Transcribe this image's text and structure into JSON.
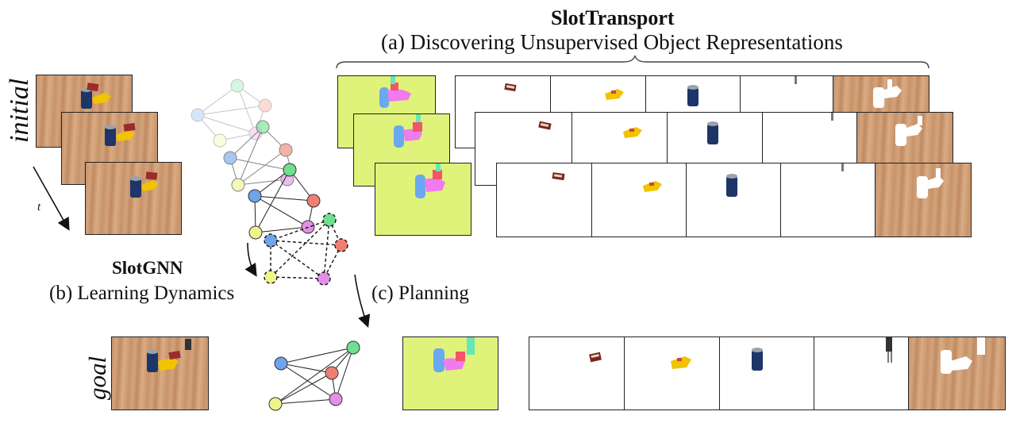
{
  "title": "SlotTransport",
  "subtitle_a": "(a) Discovering Unsupervised Object Representations",
  "label_initial": "initial",
  "label_t": "t",
  "label_goal": "goal",
  "slotgnn_title": "SlotGNN",
  "subtitle_b": "(b) Learning Dynamics",
  "subtitle_c": "(c) Planning",
  "colors": {
    "wood": "#c99669",
    "mask_bg": "#dff27a",
    "node_blue": "#6fa3ea",
    "node_green": "#6fe08f",
    "node_red": "#f07f72",
    "node_yellow": "#eef58a",
    "node_pink": "#e48fe6",
    "can_blue": "#1d3568",
    "mustard": "#f2c300",
    "spam_red": "#9a2c2a",
    "mask_blue": "#6aa8f0",
    "mask_pink": "#f07aee",
    "mask_red": "#f4546a",
    "mask_teal": "#68e6b4"
  }
}
